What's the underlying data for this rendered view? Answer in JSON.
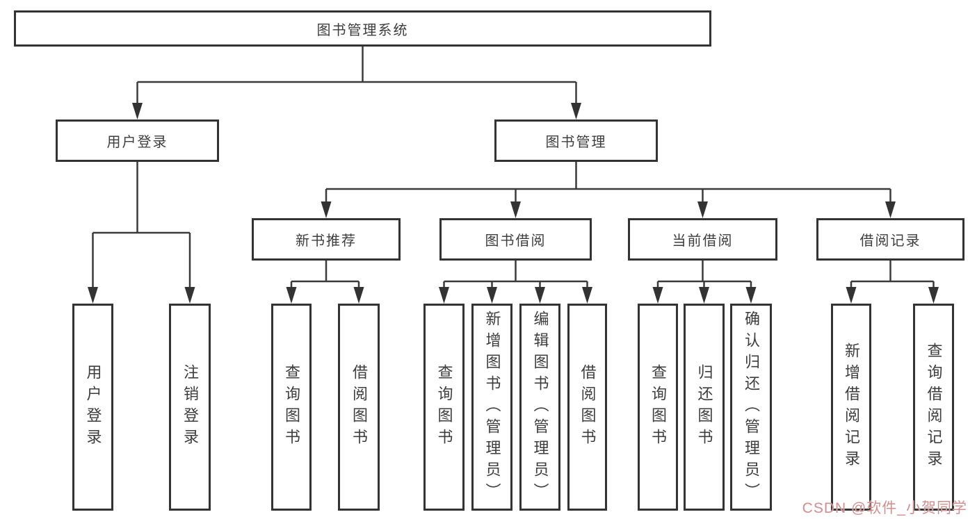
{
  "diagram": {
    "type": "hierarchy-chart",
    "colors": {
      "border": "#333333",
      "line": "#3a3a3a",
      "text": "#3d3d3d",
      "background": "#ffffff"
    }
  },
  "tree": {
    "root": "图书管理系统",
    "branches": [
      {
        "label": "用户登录",
        "children": [
          "用户登录",
          "注销登录"
        ]
      },
      {
        "label": "图书管理",
        "sections": [
          {
            "label": "新书推荐",
            "children": [
              "查询图书",
              "借阅图书"
            ]
          },
          {
            "label": "图书借阅",
            "children": [
              "查询图书",
              "新增图书（管理员）",
              "编辑图书（管理员）",
              "借阅图书"
            ]
          },
          {
            "label": "当前借阅",
            "children": [
              "查询图书",
              "归还图书",
              "确认归还（管理员）"
            ]
          },
          {
            "label": "借阅记录",
            "children": [
              "新增借阅记录",
              "查询借阅记录"
            ]
          }
        ]
      }
    ]
  },
  "watermark": {
    "text": "CSDN @软件_小贺同学",
    "color": "#d38d8d"
  }
}
